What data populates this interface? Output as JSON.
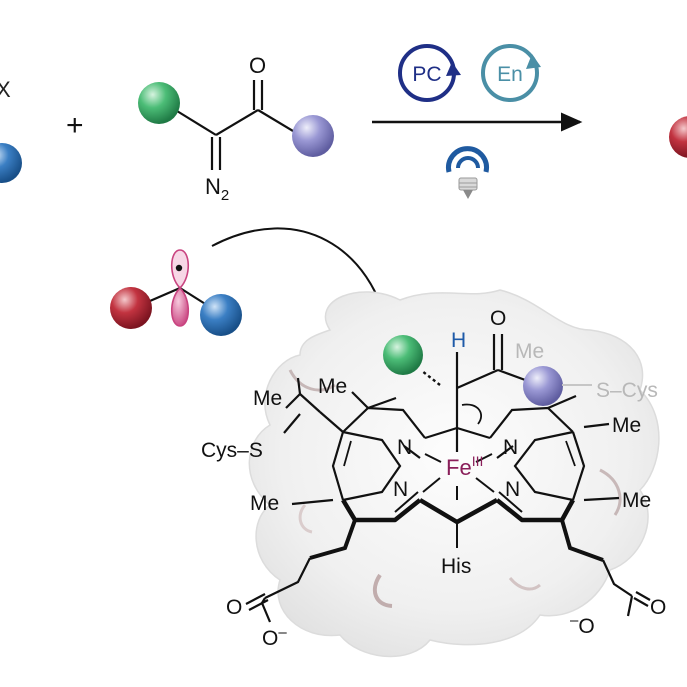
{
  "reaction": {
    "plus": "+",
    "partial_left_label": "X",
    "diazo": {
      "carbonyl_o": "O",
      "n2_main": "N",
      "n2_sub": "2"
    },
    "conditions": {
      "photocatalyst_badge": "PC",
      "energy_transfer_badge": "En"
    }
  },
  "heme": {
    "h_label": "H",
    "o_label": "O",
    "me_faded": "Me",
    "s_cys_right": "S–Cys",
    "me_top_left_chain": "Me",
    "cys_s_left": "Cys–S",
    "me_ring_top_left": "Me",
    "me_ring_top_right": "Me",
    "me_ring_bottom_left": "Me",
    "me_ring_bottom_right": "Me",
    "n_top_left": "N",
    "n_top_right": "N",
    "n_bottom_left": "N",
    "n_bottom_right": "N",
    "fe_main": "Fe",
    "fe_ox": "III",
    "his_label": "His",
    "carboxylate_left_o": "O",
    "carboxylate_left_om": "O",
    "carboxylate_left_charge": "–",
    "carboxylate_right_o": "O",
    "carboxylate_right_om": "O",
    "carboxylate_right_charge": "–"
  },
  "colors": {
    "green_sphere": "#3fae6a",
    "purple_sphere": "#8a88c6",
    "blue_sphere": "#2f6fb0",
    "red_sphere": "#b0232f",
    "pink_orbital": "#d0528a",
    "pc_navy": "#1f2f86",
    "en_teal": "#4a8fa6",
    "fe_magenta": "#8a1f5a",
    "h_blue": "#1e5aa8",
    "faded_gray": "#b8b8b8",
    "bulb_blue": "#1f5aa0"
  }
}
